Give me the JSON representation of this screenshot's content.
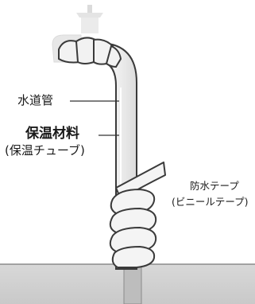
{
  "labels": {
    "water_pipe": "水道管",
    "insulation": "保温材料",
    "insulation_sub": "(保温チューブ)",
    "tape": "防水テープ",
    "tape_sub": "(ビニールテープ)"
  },
  "colors": {
    "ground": "#d3d3d3",
    "pipe": "#efefef",
    "outline": "#3a3a3a",
    "tape_fill": "#f4f4f4",
    "background": "#ffffff"
  }
}
